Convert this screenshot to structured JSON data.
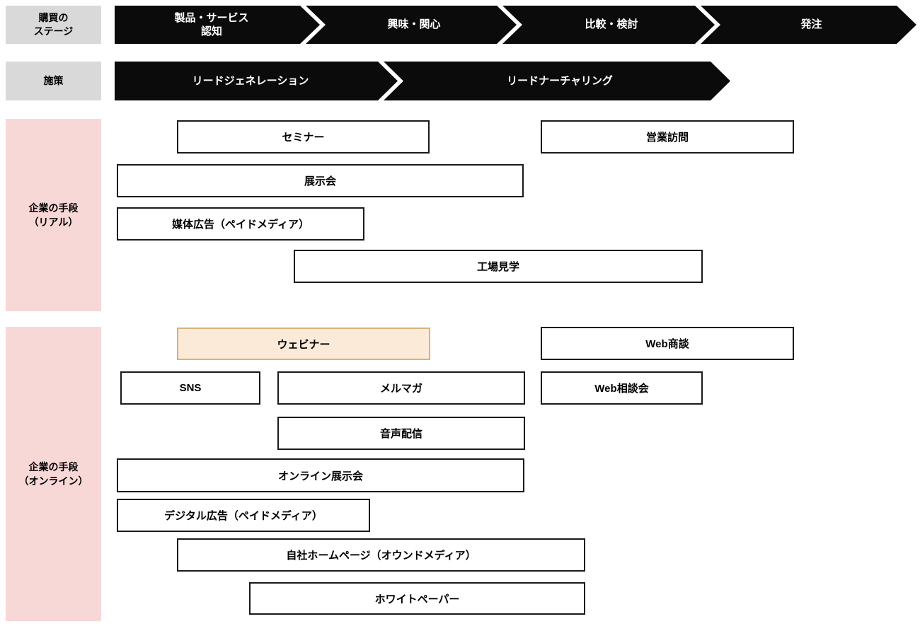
{
  "colors": {
    "black": "#0b0b0b",
    "gray": "#d9d9d9",
    "pink": "#f8d7d7",
    "highlight_fill": "#fcead9",
    "highlight_border": "#d9b276"
  },
  "rows": {
    "stage": {
      "label": "購買の\nステージ",
      "items": [
        "製品・サービス\n認知",
        "興味・関心",
        "比較・検討",
        "発注"
      ]
    },
    "measures": {
      "label": "施策",
      "items": [
        "リードジェネレーション",
        "リードナーチャリング"
      ]
    }
  },
  "sections": {
    "real": {
      "label": "企業の手段\n（リアル）",
      "boxes": [
        "セミナー",
        "展示会",
        "媒体広告（ペイドメディア）",
        "工場見学",
        "営業訪問"
      ]
    },
    "online": {
      "label": "企業の手段\n（オンライン）",
      "boxes": [
        "ウェビナー",
        "SNS",
        "メルマガ",
        "音声配信",
        "オンライン展示会",
        "デジタル広告（ペイドメディア）",
        "自社ホームページ（オウンドメディア）",
        "ホワイトペーパー",
        "Web商談",
        "Web相談会"
      ]
    }
  }
}
